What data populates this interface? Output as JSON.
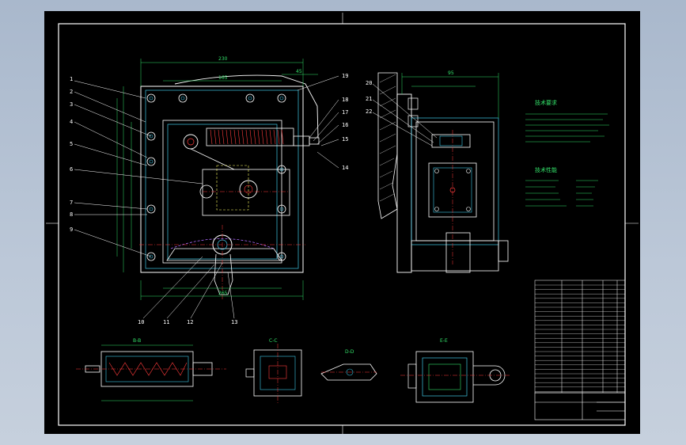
{
  "drawing": {
    "balloons": {
      "left": [
        "1",
        "2",
        "3",
        "4",
        "5",
        "6",
        "7",
        "8",
        "9"
      ],
      "top_right": [
        "19",
        "18",
        "17",
        "16",
        "15",
        "14"
      ],
      "bottom": [
        "10",
        "11",
        "12",
        "13"
      ],
      "side": [
        "20",
        "21",
        "22"
      ]
    },
    "dims": {
      "top_width": "230",
      "inner_width": "165",
      "right_top": "45",
      "side_top": "95",
      "bottom_width": "265"
    },
    "section_labels": [
      "B-B",
      "C-C",
      "D-D",
      "E-E"
    ],
    "tech_req": {
      "title": "技术要求",
      "lines": [
        "1.",
        "2.",
        "3.",
        "4.",
        "5.",
        "6."
      ]
    },
    "tech_perf": {
      "title": "技术性能",
      "rows": [
        {
          "k": "1.",
          "v": ""
        },
        {
          "k": "2.",
          "v": ""
        },
        {
          "k": "3.",
          "v": ""
        },
        {
          "k": "4.",
          "v": ""
        },
        {
          "k": "5.",
          "v": ""
        }
      ]
    },
    "title_block": {
      "name": "",
      "scale": ""
    }
  },
  "colors": {
    "background": "#000000",
    "outline": "#ffffff",
    "dimension": "#33e36a",
    "hidden": "#ff3b3b",
    "part": "#3fc6e6",
    "accent": "#b06bff"
  }
}
